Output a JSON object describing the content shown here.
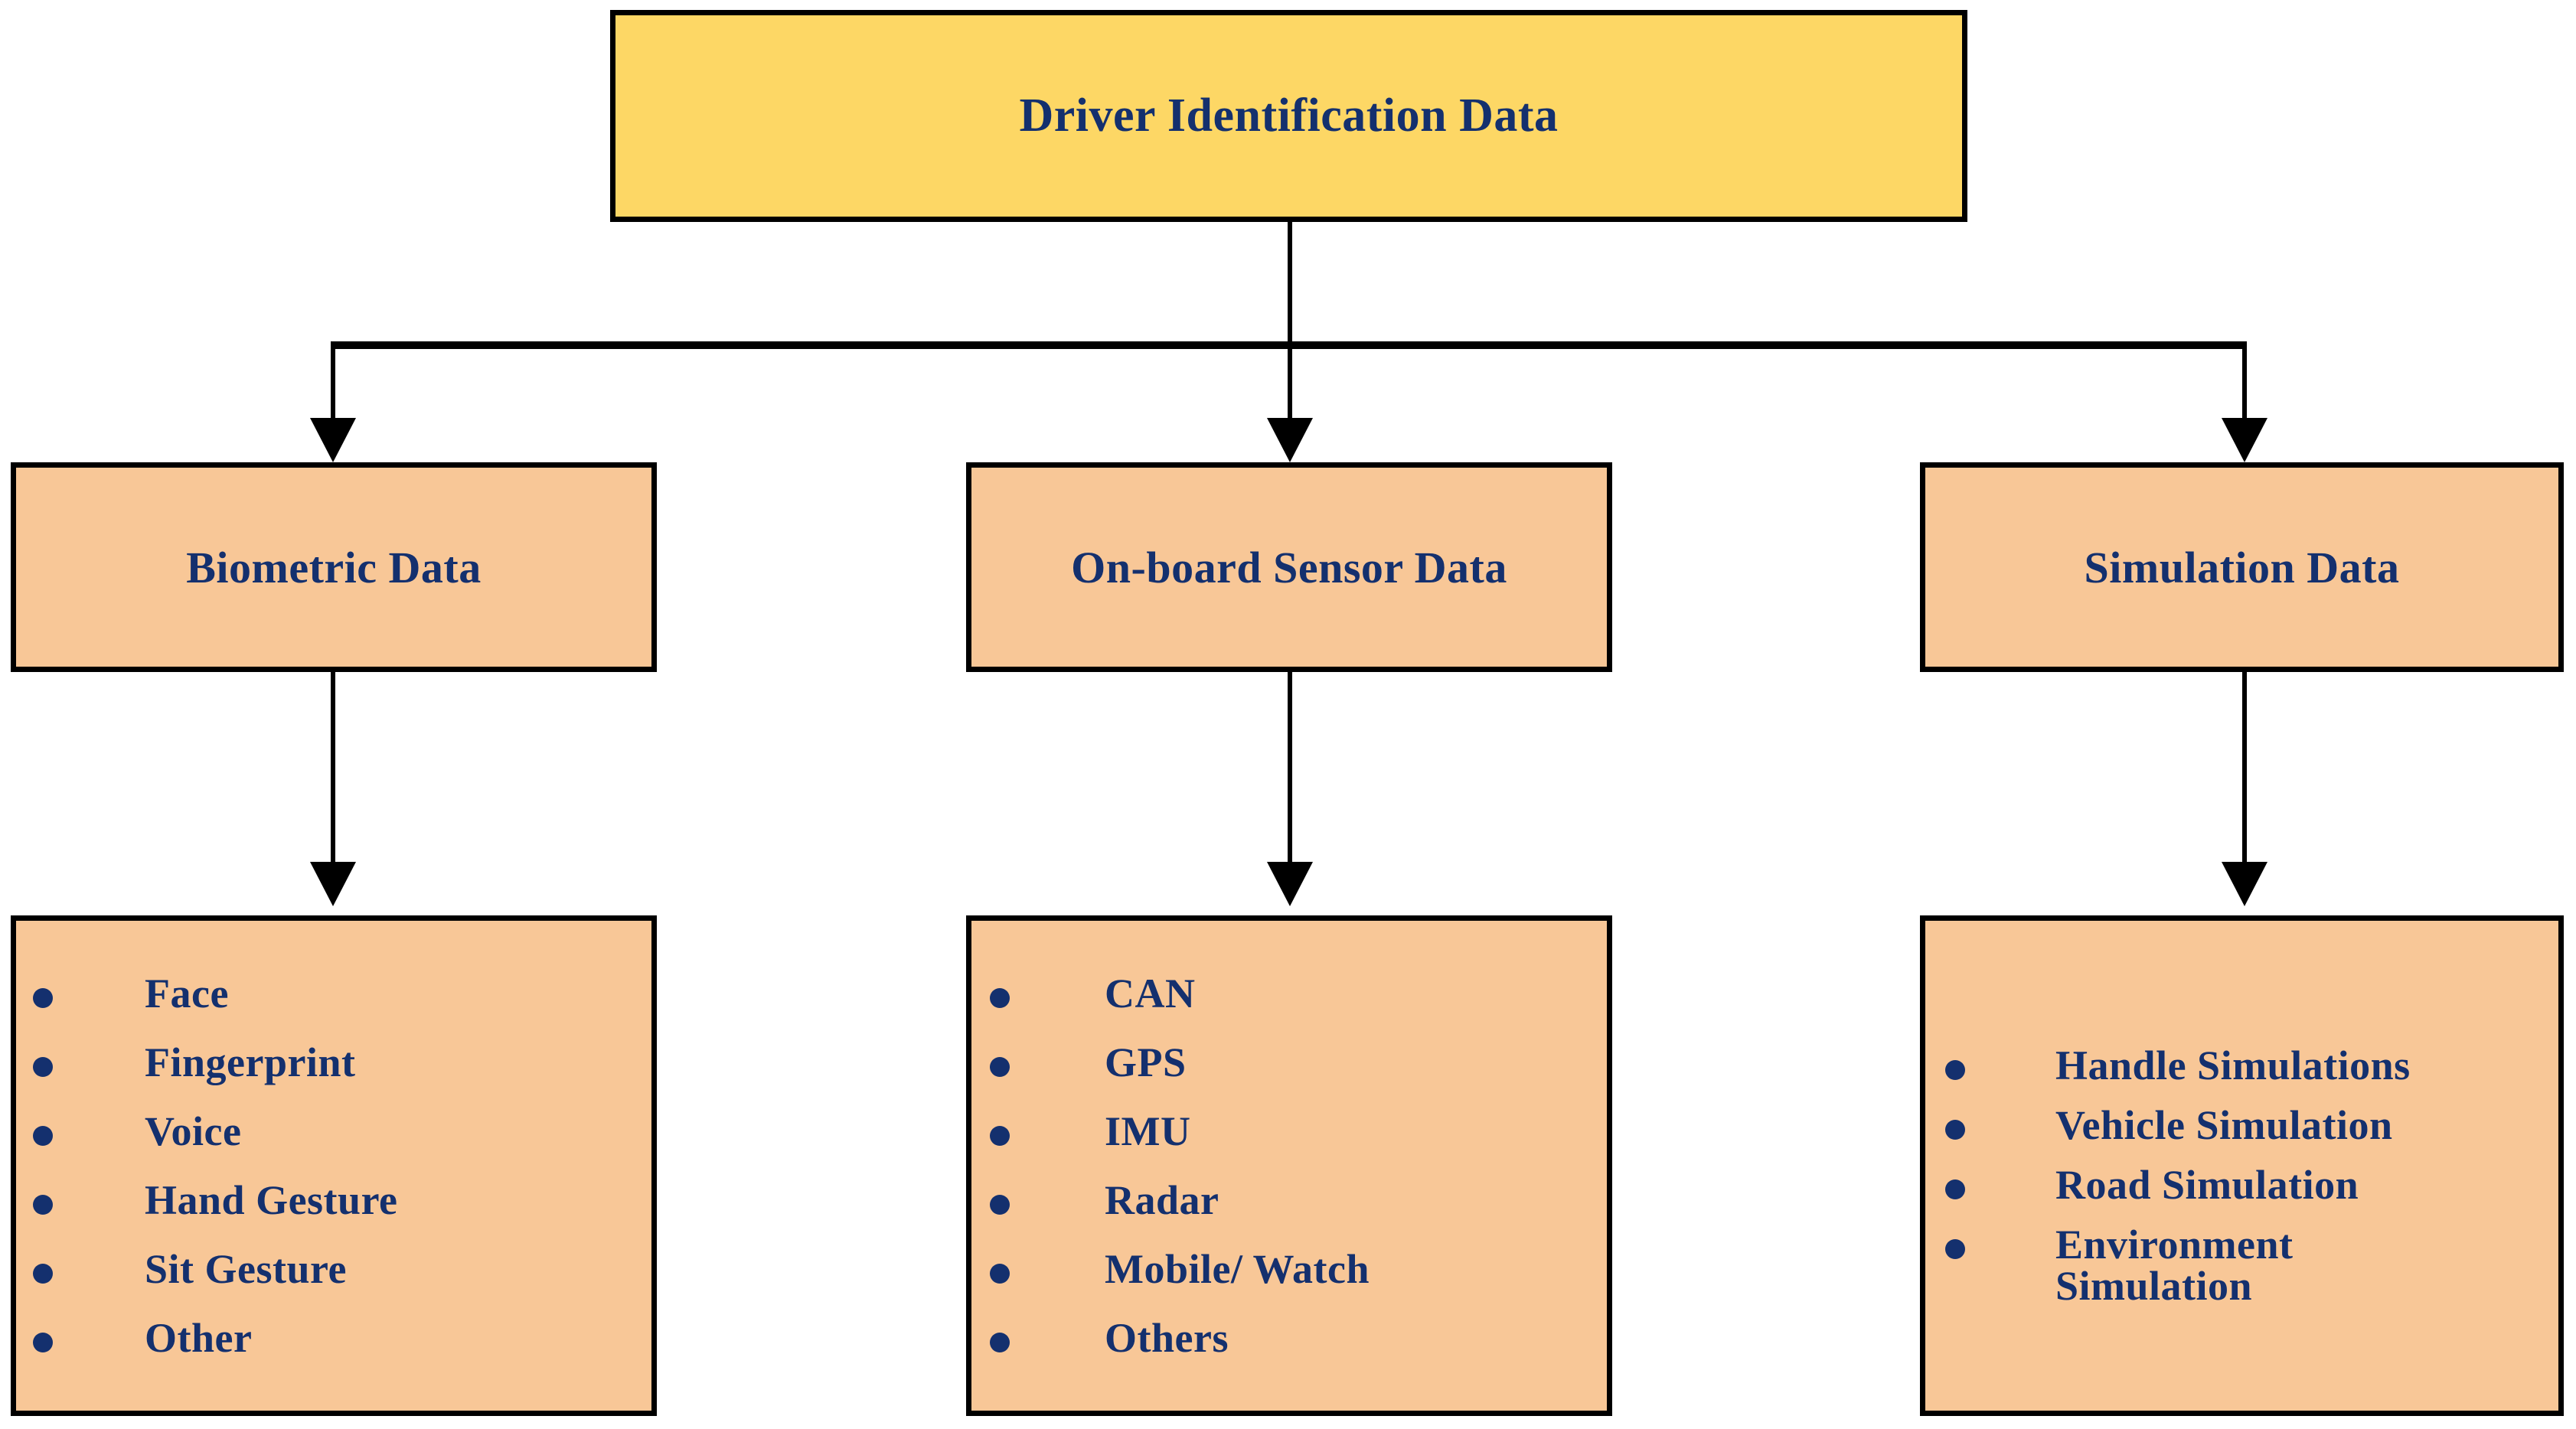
{
  "diagram": {
    "title": "Driver Identification Data taxonomy",
    "colors": {
      "root_fill": "#FDD765",
      "node_fill": "#F8C797",
      "border": "#000000",
      "text": "#14306E",
      "background": "#FFFFFF"
    },
    "root": {
      "label": "Driver Identification Data"
    },
    "categories": [
      {
        "label": "Biometric Data"
      },
      {
        "label": "On-board Sensor Data"
      },
      {
        "label": "Simulation Data"
      }
    ],
    "lists": [
      {
        "parent": "Biometric Data",
        "items": [
          "Face",
          "Fingerprint",
          "Voice",
          "Hand Gesture",
          "Sit Gesture",
          "Other"
        ]
      },
      {
        "parent": "On-board Sensor Data",
        "items": [
          "CAN",
          "GPS",
          "IMU",
          "Radar",
          "Mobile/ Watch",
          "Others"
        ]
      },
      {
        "parent": "Simulation Data",
        "items": [
          "Handle Simulations",
          "Vehicle Simulation",
          "Road Simulation",
          "Environment\nSimulation"
        ]
      }
    ]
  }
}
